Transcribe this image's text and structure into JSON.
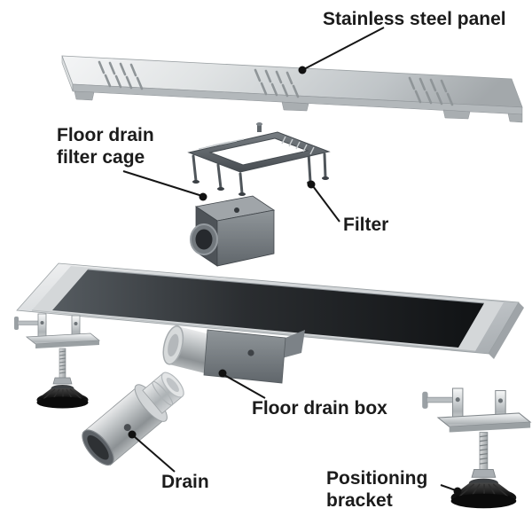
{
  "scene": {
    "background": "#ffffff",
    "description": "Exploded parts diagram of a linear shower floor drain"
  },
  "labels": {
    "panel": "Stainless steel panel",
    "filter_cage": {
      "line1": "Floor drain",
      "line2": "filter cage"
    },
    "filter": "Filter",
    "drain_box": "Floor drain box",
    "drain": "Drain",
    "bracket": {
      "line1": "Positioning",
      "line2": "bracket"
    }
  },
  "parts": [
    {
      "name": "stainless-steel-panel"
    },
    {
      "name": "floor-drain-filter-cage"
    },
    {
      "name": "filter"
    },
    {
      "name": "floor-drain-box"
    },
    {
      "name": "drain"
    },
    {
      "name": "positioning-bracket",
      "count": 2
    }
  ],
  "colors": {
    "label_text": "#1b1b1b",
    "leader_line": "#161616",
    "steel_light": "#f2f3f4",
    "steel_mid": "#b9bec1",
    "steel_dark": "#83888b",
    "part_dark_gray": "#4e5358",
    "channel_interior": "#141619",
    "foot_black": "#101010"
  }
}
